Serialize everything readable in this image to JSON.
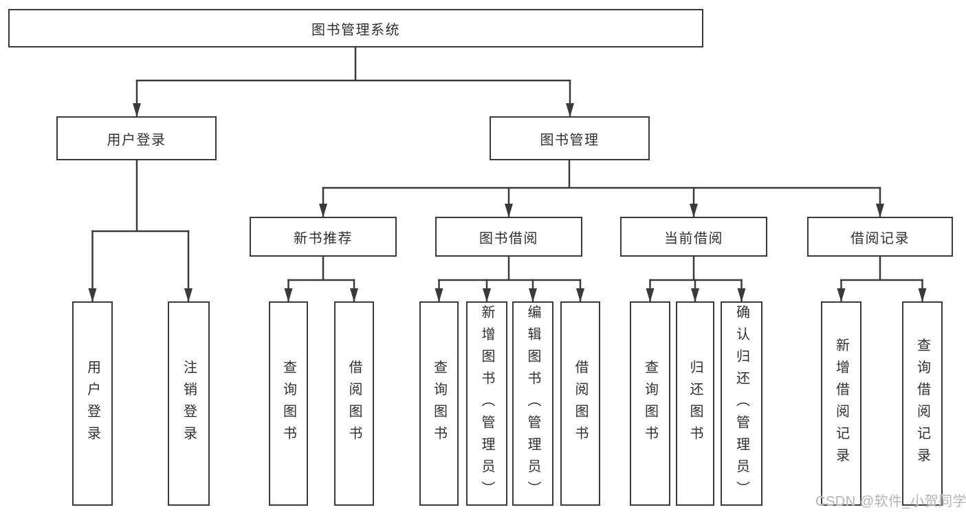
{
  "diagram": {
    "root": {
      "label": "图书管理系统"
    },
    "level2": {
      "user_login": {
        "label": "用户登录"
      },
      "book_management": {
        "label": "图书管理"
      }
    },
    "level3": {
      "new_book_recommend": {
        "label": "新书推荐"
      },
      "book_borrowing": {
        "label": "图书借阅"
      },
      "current_borrowing": {
        "label": "当前借阅"
      },
      "borrowing_records": {
        "label": "借阅记录"
      }
    },
    "leaves": {
      "user_login": {
        "label": "用户登录"
      },
      "logout": {
        "label": "注销登录"
      },
      "recommend_query_books": {
        "label": "查询图书"
      },
      "recommend_borrow_books": {
        "label": "借阅图书"
      },
      "borrowing_query_books": {
        "label": "查询图书"
      },
      "borrowing_add_books": {
        "label": "新增图书（管理员）"
      },
      "borrowing_edit_books": {
        "label": "编辑图书（管理员）"
      },
      "borrowing_borrow_books": {
        "label": "借阅图书"
      },
      "current_query_books": {
        "label": "查询图书"
      },
      "current_return_books": {
        "label": "归还图书"
      },
      "current_confirm_return": {
        "label": "确认归还（管理员）"
      },
      "records_add_record": {
        "label": "新增借阅记录"
      },
      "records_query_record": {
        "label": "查询借阅记录"
      }
    }
  },
  "watermark": {
    "text": "CSDN @软件_小贺同学"
  },
  "colors": {
    "background": "#ffffff",
    "line": "#3a3a3a",
    "text": "#303030",
    "watermark": "#b4b4b4"
  }
}
